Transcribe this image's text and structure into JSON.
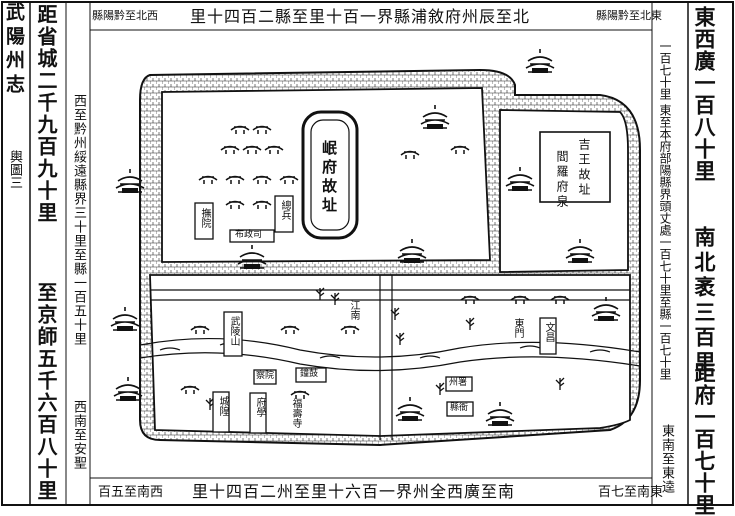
{
  "outer_column": {
    "title": "武陽州志",
    "section": "輿圖三"
  },
  "left_columns": {
    "col1": "距省城二千九百九十里",
    "col1b": "至京師五千六百八十里",
    "col2": "西至黔州綏遠縣界三十里至縣一百五十里",
    "col2b": "西南至安聖"
  },
  "right_columns": {
    "col1": "東西廣一百八十里",
    "col2": "一百七十里 東至本府部陽縣界頭丈處一百七十里至縣一百七十里",
    "col3": "南北袤三百里",
    "col4": "距府一百七十里",
    "col5": "東南至東逵"
  },
  "top_margin": {
    "text": "北至辰州府敘浦縣界一百十里至縣二百四十里",
    "corner_left": "西北至黔陽縣",
    "corner_right": "東北至黔陽縣"
  },
  "bottom_margin": {
    "text": "南至廣西全州界一百六十里至州二百四十里",
    "corner_left": "西南至五百",
    "corner_right": "東南至七百"
  },
  "map_labels": {
    "palace_ruin": "岷府故址",
    "prince_ruin": "吉王故址",
    "prince_ruin2": "閻羅府泉",
    "labels": [
      "武陵山",
      "撫院",
      "總兵",
      "布政司",
      "城隍",
      "府學",
      "察院",
      "鐘鼓",
      "福壽寺",
      "州署",
      "縣衙",
      "文昌",
      "江南",
      "東門"
    ]
  }
}
